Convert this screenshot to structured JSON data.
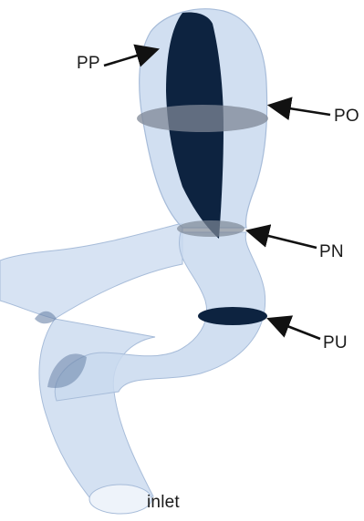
{
  "figure": {
    "colors": {
      "vessel_fill": "#c9d9ef",
      "vessel_edge": "#a7bcd9",
      "plane_dark": "#0d2340",
      "plane_gray": "#7d8796",
      "arrow": "#111111",
      "label_text": "#1a1a1a"
    }
  },
  "labels": {
    "pp": "PP",
    "po": "PO",
    "pn": "PN",
    "pu": "PU",
    "inlet": "inlet"
  }
}
